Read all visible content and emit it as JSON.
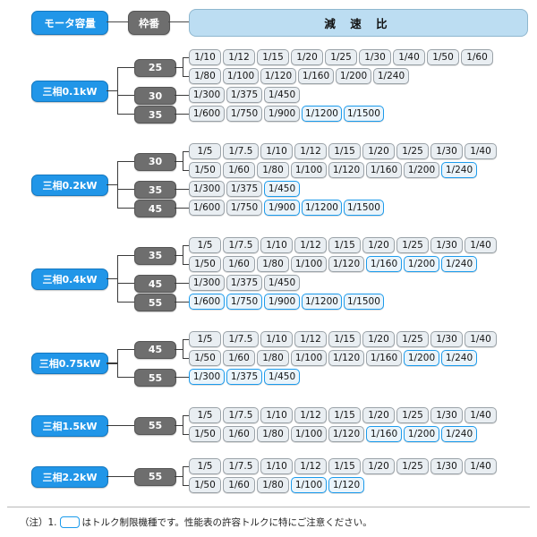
{
  "header": {
    "motor_capacity_label": "モータ容量",
    "frame_number_label": "枠番",
    "reduction_ratio_label": "減 速 比"
  },
  "colors": {
    "motor_blue": "#2196e8",
    "frame_gray": "#6e6e6e",
    "ratio_header_blue": "#bcddf2",
    "highlight_border": "#1b9bec",
    "chip_fill": "#e9eef2"
  },
  "footnote": {
    "prefix": "（注）1.",
    "text": "はトルク制限機種です。性能表の許容トルクに特にご注意ください。"
  },
  "groups": [
    {
      "motor": "三相0.1kW",
      "frames": [
        "25",
        "30",
        "35"
      ],
      "rows": [
        {
          "frame_index": 0,
          "ratios": [
            {
              "v": "1/10",
              "hl": false
            },
            {
              "v": "1/12",
              "hl": false
            },
            {
              "v": "1/15",
              "hl": false
            },
            {
              "v": "1/20",
              "hl": false
            },
            {
              "v": "1/25",
              "hl": false
            },
            {
              "v": "1/30",
              "hl": false
            },
            {
              "v": "1/40",
              "hl": false
            },
            {
              "v": "1/50",
              "hl": false
            },
            {
              "v": "1/60",
              "hl": false
            }
          ]
        },
        {
          "frame_index": 0,
          "ratios": [
            {
              "v": "1/80",
              "hl": false
            },
            {
              "v": "1/100",
              "hl": false
            },
            {
              "v": "1/120",
              "hl": false
            },
            {
              "v": "1/160",
              "hl": false
            },
            {
              "v": "1/200",
              "hl": false
            },
            {
              "v": "1/240",
              "hl": false
            }
          ]
        },
        {
          "frame_index": 1,
          "ratios": [
            {
              "v": "1/300",
              "hl": false
            },
            {
              "v": "1/375",
              "hl": false
            },
            {
              "v": "1/450",
              "hl": false
            }
          ]
        },
        {
          "frame_index": 2,
          "ratios": [
            {
              "v": "1/600",
              "hl": false
            },
            {
              "v": "1/750",
              "hl": false
            },
            {
              "v": "1/900",
              "hl": false
            },
            {
              "v": "1/1200",
              "hl": true
            },
            {
              "v": "1/1500",
              "hl": true
            }
          ]
        }
      ]
    },
    {
      "motor": "三相0.2kW",
      "frames": [
        "30",
        "35",
        "45"
      ],
      "rows": [
        {
          "frame_index": 0,
          "ratios": [
            {
              "v": "1/5",
              "hl": false
            },
            {
              "v": "1/7.5",
              "hl": false
            },
            {
              "v": "1/10",
              "hl": false
            },
            {
              "v": "1/12",
              "hl": false
            },
            {
              "v": "1/15",
              "hl": false
            },
            {
              "v": "1/20",
              "hl": false
            },
            {
              "v": "1/25",
              "hl": false
            },
            {
              "v": "1/30",
              "hl": false
            },
            {
              "v": "1/40",
              "hl": false
            }
          ]
        },
        {
          "frame_index": 0,
          "ratios": [
            {
              "v": "1/50",
              "hl": false
            },
            {
              "v": "1/60",
              "hl": false
            },
            {
              "v": "1/80",
              "hl": false
            },
            {
              "v": "1/100",
              "hl": false
            },
            {
              "v": "1/120",
              "hl": false
            },
            {
              "v": "1/160",
              "hl": false
            },
            {
              "v": "1/200",
              "hl": false
            },
            {
              "v": "1/240",
              "hl": true
            }
          ]
        },
        {
          "frame_index": 1,
          "ratios": [
            {
              "v": "1/300",
              "hl": false
            },
            {
              "v": "1/375",
              "hl": false
            },
            {
              "v": "1/450",
              "hl": true
            }
          ]
        },
        {
          "frame_index": 2,
          "ratios": [
            {
              "v": "1/600",
              "hl": false
            },
            {
              "v": "1/750",
              "hl": false
            },
            {
              "v": "1/900",
              "hl": true
            },
            {
              "v": "1/1200",
              "hl": true
            },
            {
              "v": "1/1500",
              "hl": true
            }
          ]
        }
      ]
    },
    {
      "motor": "三相0.4kW",
      "frames": [
        "35",
        "45",
        "55"
      ],
      "rows": [
        {
          "frame_index": 0,
          "ratios": [
            {
              "v": "1/5",
              "hl": false
            },
            {
              "v": "1/7.5",
              "hl": false
            },
            {
              "v": "1/10",
              "hl": false
            },
            {
              "v": "1/12",
              "hl": false
            },
            {
              "v": "1/15",
              "hl": false
            },
            {
              "v": "1/20",
              "hl": false
            },
            {
              "v": "1/25",
              "hl": false
            },
            {
              "v": "1/30",
              "hl": false
            },
            {
              "v": "1/40",
              "hl": false
            }
          ]
        },
        {
          "frame_index": 0,
          "ratios": [
            {
              "v": "1/50",
              "hl": false
            },
            {
              "v": "1/60",
              "hl": false
            },
            {
              "v": "1/80",
              "hl": false
            },
            {
              "v": "1/100",
              "hl": false
            },
            {
              "v": "1/120",
              "hl": false
            },
            {
              "v": "1/160",
              "hl": true
            },
            {
              "v": "1/200",
              "hl": true
            },
            {
              "v": "1/240",
              "hl": true
            }
          ]
        },
        {
          "frame_index": 1,
          "ratios": [
            {
              "v": "1/300",
              "hl": false
            },
            {
              "v": "1/375",
              "hl": false
            },
            {
              "v": "1/450",
              "hl": false
            }
          ]
        },
        {
          "frame_index": 2,
          "ratios": [
            {
              "v": "1/600",
              "hl": true
            },
            {
              "v": "1/750",
              "hl": true
            },
            {
              "v": "1/900",
              "hl": true
            },
            {
              "v": "1/1200",
              "hl": true
            },
            {
              "v": "1/1500",
              "hl": true
            }
          ]
        }
      ]
    },
    {
      "motor": "三相0.75kW",
      "frames": [
        "45",
        "55"
      ],
      "rows": [
        {
          "frame_index": 0,
          "ratios": [
            {
              "v": "1/5",
              "hl": false
            },
            {
              "v": "1/7.5",
              "hl": false
            },
            {
              "v": "1/10",
              "hl": false
            },
            {
              "v": "1/12",
              "hl": false
            },
            {
              "v": "1/15",
              "hl": false
            },
            {
              "v": "1/20",
              "hl": false
            },
            {
              "v": "1/25",
              "hl": false
            },
            {
              "v": "1/30",
              "hl": false
            },
            {
              "v": "1/40",
              "hl": false
            }
          ]
        },
        {
          "frame_index": 0,
          "ratios": [
            {
              "v": "1/50",
              "hl": false
            },
            {
              "v": "1/60",
              "hl": false
            },
            {
              "v": "1/80",
              "hl": false
            },
            {
              "v": "1/100",
              "hl": false
            },
            {
              "v": "1/120",
              "hl": false
            },
            {
              "v": "1/160",
              "hl": false
            },
            {
              "v": "1/200",
              "hl": true
            },
            {
              "v": "1/240",
              "hl": true
            }
          ]
        },
        {
          "frame_index": 1,
          "ratios": [
            {
              "v": "1/300",
              "hl": true
            },
            {
              "v": "1/375",
              "hl": true
            },
            {
              "v": "1/450",
              "hl": true
            }
          ]
        }
      ]
    },
    {
      "motor": "三相1.5kW",
      "frames": [
        "55"
      ],
      "rows": [
        {
          "frame_index": 0,
          "ratios": [
            {
              "v": "1/5",
              "hl": false
            },
            {
              "v": "1/7.5",
              "hl": false
            },
            {
              "v": "1/10",
              "hl": false
            },
            {
              "v": "1/12",
              "hl": false
            },
            {
              "v": "1/15",
              "hl": false
            },
            {
              "v": "1/20",
              "hl": false
            },
            {
              "v": "1/25",
              "hl": false
            },
            {
              "v": "1/30",
              "hl": false
            },
            {
              "v": "1/40",
              "hl": false
            }
          ]
        },
        {
          "frame_index": 0,
          "ratios": [
            {
              "v": "1/50",
              "hl": false
            },
            {
              "v": "1/60",
              "hl": false
            },
            {
              "v": "1/80",
              "hl": false
            },
            {
              "v": "1/100",
              "hl": false
            },
            {
              "v": "1/120",
              "hl": false
            },
            {
              "v": "1/160",
              "hl": true
            },
            {
              "v": "1/200",
              "hl": true
            },
            {
              "v": "1/240",
              "hl": true
            }
          ]
        }
      ]
    },
    {
      "motor": "三相2.2kW",
      "frames": [
        "55"
      ],
      "rows": [
        {
          "frame_index": 0,
          "ratios": [
            {
              "v": "1/5",
              "hl": false
            },
            {
              "v": "1/7.5",
              "hl": false
            },
            {
              "v": "1/10",
              "hl": false
            },
            {
              "v": "1/12",
              "hl": false
            },
            {
              "v": "1/15",
              "hl": false
            },
            {
              "v": "1/20",
              "hl": false
            },
            {
              "v": "1/25",
              "hl": false
            },
            {
              "v": "1/30",
              "hl": false
            },
            {
              "v": "1/40",
              "hl": false
            }
          ]
        },
        {
          "frame_index": 0,
          "ratios": [
            {
              "v": "1/50",
              "hl": false
            },
            {
              "v": "1/60",
              "hl": false
            },
            {
              "v": "1/80",
              "hl": false
            },
            {
              "v": "1/100",
              "hl": true
            },
            {
              "v": "1/120",
              "hl": true
            }
          ]
        }
      ]
    }
  ]
}
